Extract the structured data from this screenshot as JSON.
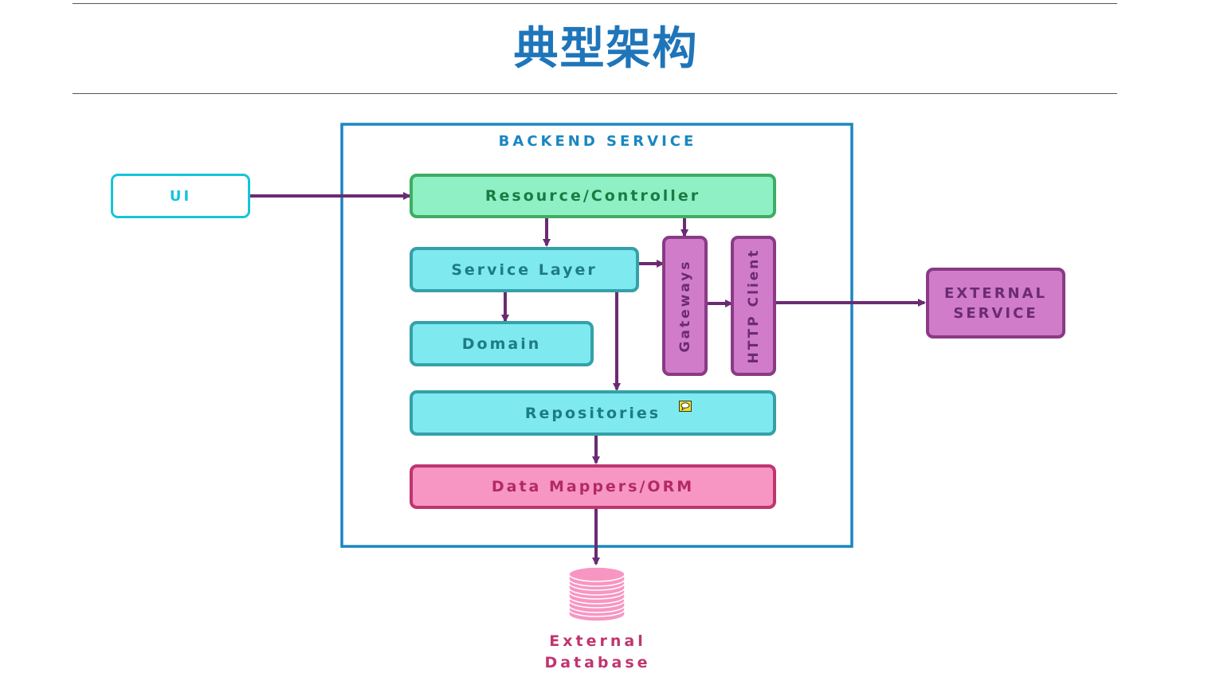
{
  "title": "典型架构",
  "colors": {
    "title": "#1f75b9",
    "backend_border": "#1a86c2",
    "arrow": "#6b2b72",
    "ui": "#16c4d8",
    "controller": "#8ef0c4",
    "service": "#7eeaf0",
    "gateway": "#d07cc8",
    "mappers": "#f796c3",
    "database": "#f796c3"
  },
  "diagram": {
    "backend_label": "BACKEND SERVICE",
    "ui": "UI",
    "controller": "Resource/Controller",
    "service_layer": "Service Layer",
    "domain": "Domain",
    "gateways": "Gateways",
    "http_client": "HTTP Client",
    "repositories": "Repositories",
    "data_mappers": "Data Mappers/ORM",
    "external_service_line1": "EXTERNAL",
    "external_service_line2": "SERVICE",
    "database_line1": "External",
    "database_line2": "Database"
  }
}
